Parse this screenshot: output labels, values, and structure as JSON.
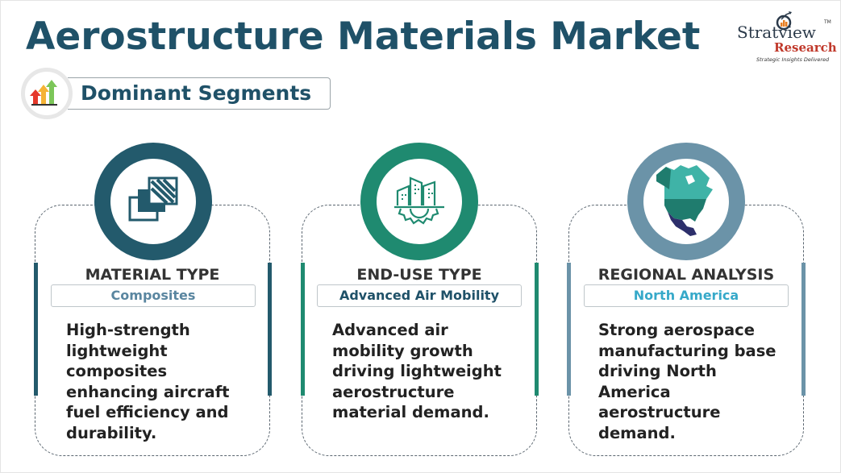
{
  "header": {
    "title": "Aerostructure Materials Market",
    "section_label": "Dominant Segments",
    "section_icon": "growth-arrows-icon"
  },
  "logo": {
    "name": "Stratview",
    "trademark": "TM",
    "sub": "Research",
    "tagline": "Strategic Insights Delivered"
  },
  "colors": {
    "title": "#1f5168",
    "material": "#235a6c",
    "enduse": "#1f8a70",
    "regional": "#6b93a8",
    "regional_value": "#36a9c9",
    "material_value": "#5a86a0"
  },
  "segments": [
    {
      "heading": "MATERIAL TYPE",
      "value": "Composites",
      "icon": "composite-layers-icon",
      "description": [
        "High-strength",
        "lightweight",
        "composites",
        "enhancing aircraft",
        "fuel efficiency and",
        "durability."
      ]
    },
    {
      "heading": "END-USE TYPE",
      "value": "Advanced Air Mobility",
      "icon": "buildings-gear-icon",
      "description": [
        "Advanced air",
        "mobility growth",
        "driving lightweight",
        "aerostructure",
        "material demand."
      ]
    },
    {
      "heading": "REGIONAL ANALYSIS",
      "value": "North America",
      "icon": "north-america-map-icon",
      "description": [
        "Strong aerospace",
        "manufacturing base",
        "driving North",
        "America",
        "aerostructure",
        "demand."
      ]
    }
  ]
}
